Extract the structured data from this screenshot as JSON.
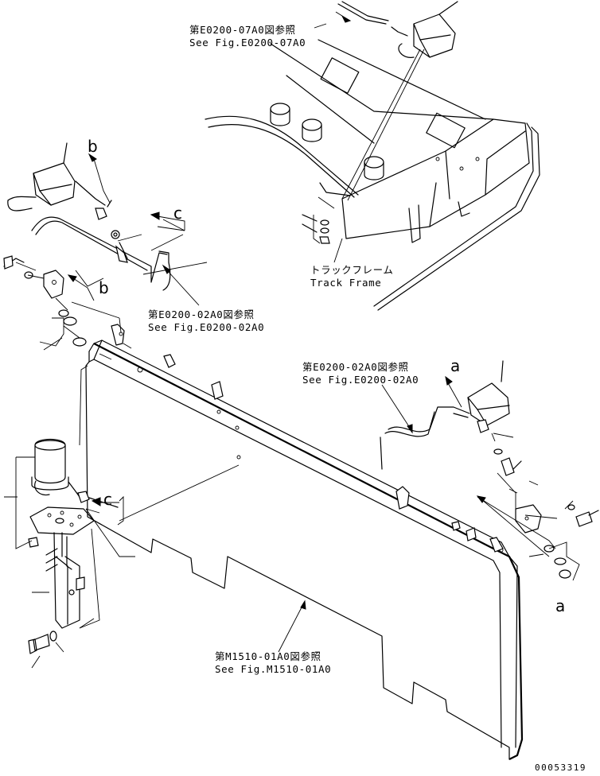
{
  "labels": {
    "ref_e0200_07a0_jp": "第E0200-07A0図参照",
    "ref_e0200_07a0_en": "See Fig.E0200-07A0",
    "track_frame_jp": "トラックフレーム",
    "track_frame_en": "Track Frame",
    "ref_e0200_02a0_upper_jp": "第E0200-02A0図参照",
    "ref_e0200_02a0_upper_en": "See Fig.E0200-02A0",
    "ref_e0200_02a0_right_jp": "第E0200-02A0図参照",
    "ref_e0200_02a0_right_en": "See Fig.E0200-02A0",
    "ref_m1510_01a0_jp": "第M1510-01A0図参照",
    "ref_m1510_01a0_en": "See Fig.M1510-01A0",
    "drawing_number": "00053319"
  },
  "callouts": {
    "b_top": "b",
    "b_mid": "b",
    "c_top": "c",
    "c_left": "c",
    "a_top": "a",
    "a_bottom": "a"
  }
}
